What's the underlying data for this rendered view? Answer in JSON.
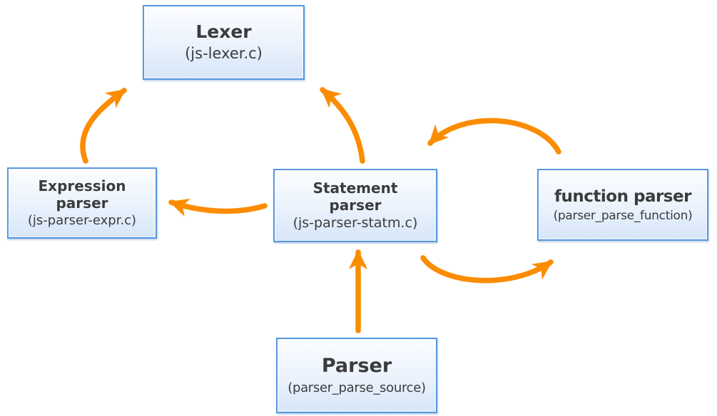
{
  "diagram": {
    "background": "#FFFFFF",
    "colors": {
      "arrow": "#FB8C00",
      "box_border": "#5696E2",
      "box_fill_top": "#FCFDFF",
      "box_fill_bottom": "#D7E6F9",
      "text": "#3B3B3D"
    },
    "nodes": [
      {
        "id": "lexer",
        "title": "Lexer",
        "subtitle": "(js-lexer.c)"
      },
      {
        "id": "expression-parser",
        "title": "Expression parser",
        "subtitle": "(js-parser-expr.c)"
      },
      {
        "id": "statement-parser",
        "title": "Statement parser",
        "subtitle": "(js-parser-statm.c)"
      },
      {
        "id": "function-parser",
        "title": "function parser",
        "subtitle": "(parser_parse_function)"
      },
      {
        "id": "parser",
        "title": "Parser",
        "subtitle": "(parser_parse_source)"
      }
    ],
    "edges": [
      {
        "from": "expression-parser",
        "to": "lexer"
      },
      {
        "from": "statement-parser",
        "to": "lexer"
      },
      {
        "from": "statement-parser",
        "to": "expression-parser"
      },
      {
        "from": "function-parser",
        "to": "statement-parser"
      },
      {
        "from": "statement-parser",
        "to": "function-parser"
      },
      {
        "from": "parser",
        "to": "statement-parser"
      }
    ]
  }
}
